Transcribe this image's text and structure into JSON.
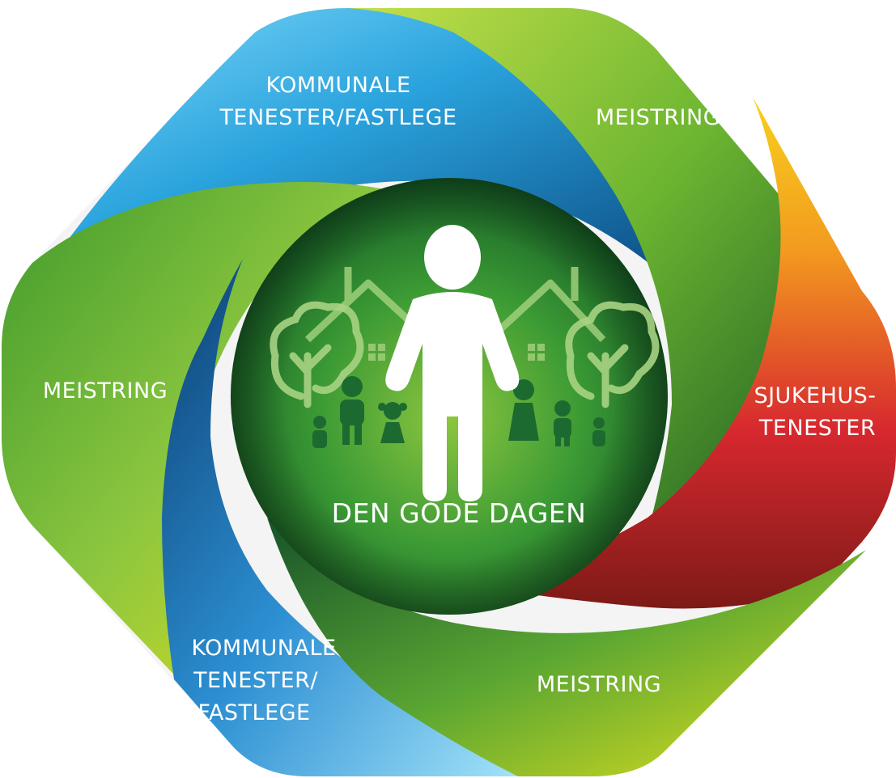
{
  "segments": {
    "top_left_service": {
      "line1": "KOMMUNALE",
      "line2": "TENESTER/FASTLEGE"
    },
    "top_right_coping": {
      "label": "MEISTRING"
    },
    "right_hospital": {
      "line1": "SJUKEHUS-",
      "line2": "TENESTER"
    },
    "left_coping": {
      "label": "MEISTRING"
    },
    "bottom_left_service": {
      "line1": "KOMMUNALE",
      "line2": "TENESTER/",
      "line3": "FASTLEGE"
    },
    "bottom_right_coping": {
      "label": "MEISTRING"
    }
  },
  "center": {
    "label": "DEN GODE DAGEN"
  },
  "colors": {
    "blue": "#1f7fc4",
    "light_blue": "#5ccbf5",
    "green": "#4a9e2a",
    "light_green": "#8cc63f",
    "yellow": "#f2e51b",
    "orange": "#f39a1f",
    "red": "#d7282f",
    "dark_green": "#1e6b2b"
  }
}
